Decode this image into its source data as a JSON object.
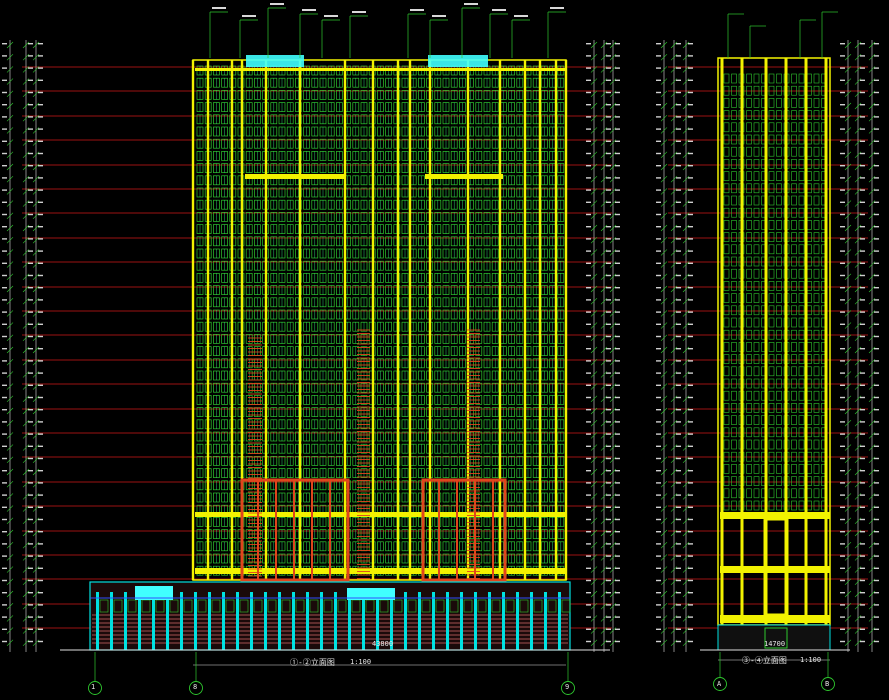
{
  "drawing": {
    "main_elevation_title": "①-②立面图",
    "main_elevation_scale": "1:100",
    "side_elevation_title": "③-④立面图",
    "side_elevation_scale": "1:100",
    "main_width_dim": "43800",
    "side_width_dim": "14700"
  },
  "grid_axes": {
    "main": [
      "1",
      "8",
      "9"
    ],
    "side": [
      "A",
      "B"
    ]
  },
  "colors": {
    "background": "#000000",
    "level_line": "#d01818",
    "frame": "#f2f200",
    "window": "#2ec82e",
    "window_glass": "#39ff8a",
    "accent_pier": "#e0451c",
    "podium": "#00e0e0",
    "podium_glass": "#40ffff",
    "dimension": "#e0e0e0",
    "pink_band": "#ff8080",
    "blue_line": "#3050ff"
  }
}
